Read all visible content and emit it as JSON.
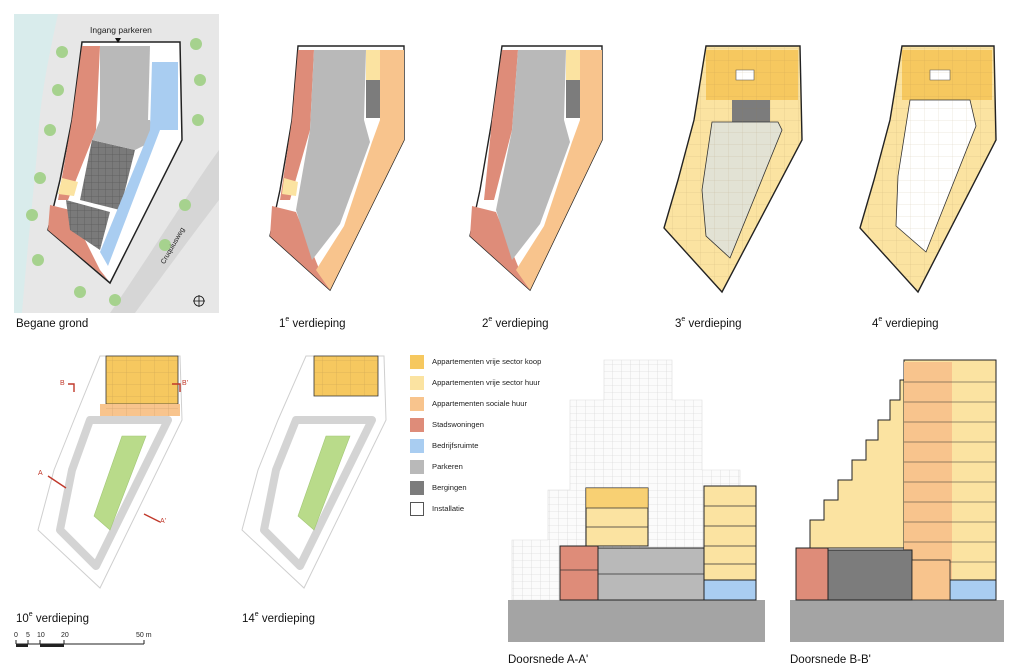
{
  "labels": {
    "begane_grond": "Begane grond",
    "v1_num": "1",
    "v2_num": "2",
    "v3_num": "3",
    "v4_num": "4",
    "v10_num": "10",
    "v14_num": "14",
    "sup": "e",
    "verdieping": " verdieping",
    "doorsnede_aa": "Doorsnede A-A'",
    "doorsnede_bb": "Doorsnede B-B'",
    "ingang": "Ingang parkeren",
    "street": "Cruquiusweg",
    "mark_a": "A",
    "mark_a2": "A'",
    "mark_b": "B",
    "mark_b2": "B'"
  },
  "scale_bar": {
    "t0": "0",
    "t5": "5",
    "t10": "10",
    "t20": "20",
    "t50": "50 m"
  },
  "legend": [
    {
      "label": "Appartementen vrije sector koop",
      "color": "#f6c85f"
    },
    {
      "label": "Appartementen vrije sector huur",
      "color": "#fbe3a1"
    },
    {
      "label": "Appartementen sociale huur",
      "color": "#f8c48d"
    },
    {
      "label": "Stadswoningen",
      "color": "#de8c79"
    },
    {
      "label": "Bedrijfsruimte",
      "color": "#a9cdf1"
    },
    {
      "label": "Parkeren",
      "color": "#b9b9b9"
    },
    {
      "label": "Bergingen",
      "color": "#7c7c7c"
    },
    {
      "label": "Installatie",
      "color": "#ffffff"
    }
  ]
}
